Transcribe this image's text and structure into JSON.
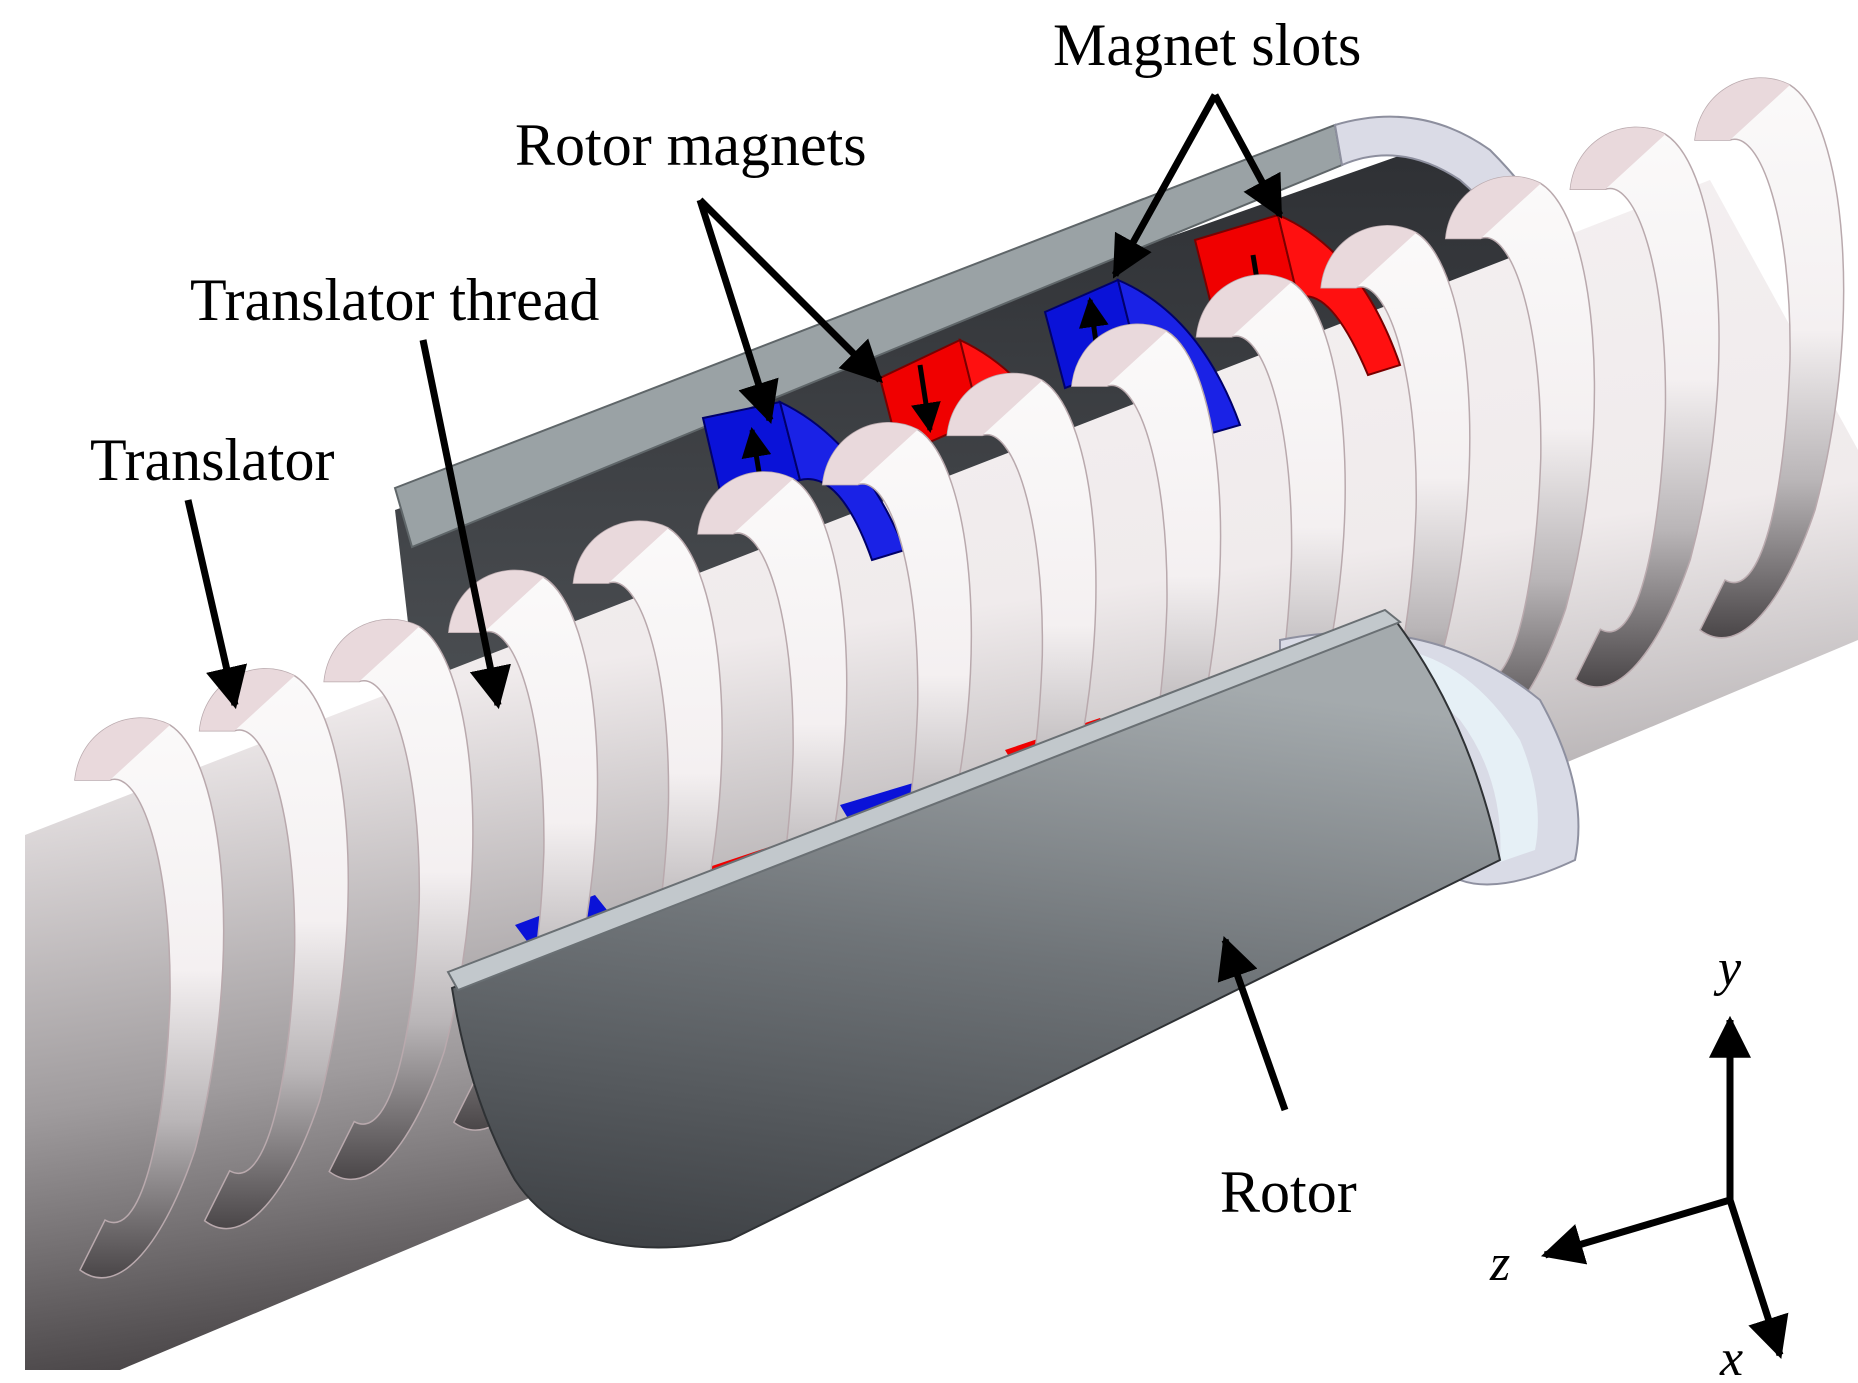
{
  "labels": {
    "magnet_slots": "Magnet slots",
    "rotor_magnets": "Rotor magnets",
    "translator_thread": "Translator thread",
    "translator": "Translator",
    "rotor": "Rotor"
  },
  "axes": {
    "y": "y",
    "z": "z",
    "x": "x"
  },
  "colors": {
    "magnet_north": "#0a12d8",
    "magnet_south": "#f00000",
    "thread": "#f7f3f3",
    "rotor_dark": "#3d4044",
    "rotor_light": "#9aa0a3",
    "rotor_rim": "#d9dbe6"
  }
}
